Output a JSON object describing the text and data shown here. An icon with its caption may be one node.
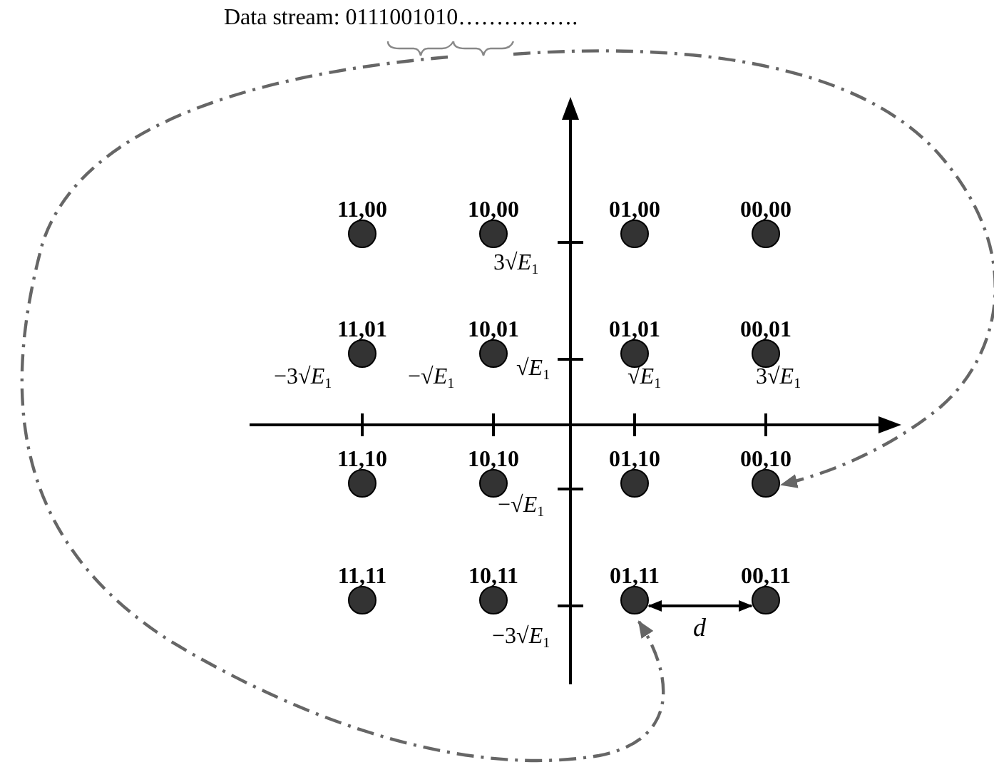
{
  "diagram": {
    "nodes": [
      {
        "text": [
          "Data stream: 0111001010……………."
        ]
      },
      {
        "text": [
          "11,00"
        ]
      },
      {
        "text": [
          "10,00"
        ]
      },
      {
        "text": [
          "01,00"
        ]
      },
      {
        "text": [
          "00,00"
        ]
      },
      {
        "text": [
          "11,01"
        ]
      },
      {
        "text": [
          "10,01"
        ]
      },
      {
        "text": [
          "01,01"
        ]
      },
      {
        "text": [
          "00,01"
        ]
      },
      {
        "text": [
          "11,10"
        ]
      },
      {
        "text": [
          "10,10"
        ]
      },
      {
        "text": [
          "01,10"
        ]
      },
      {
        "text": [
          "00,10"
        ]
      },
      {
        "text": [
          "11,11"
        ]
      },
      {
        "text": [
          "10,11"
        ]
      },
      {
        "text": [
          "01,11"
        ]
      },
      {
        "text": [
          "00,11"
        ]
      }
    ],
    "edges": [
      {
        "from": 0,
        "to": 12,
        "arrow": "to",
        "style": "dashed",
        "color": "#666666"
      },
      {
        "from": 0,
        "to": 15,
        "arrow": "to",
        "style": "dashed",
        "color": "#666666"
      },
      {
        "from": 15,
        "to": 16,
        "arrow": "both",
        "label": "d",
        "color": "#000000"
      }
    ],
    "labels": [
      "3√*E*$_{1}$",
      "−3√*E*$_{1}$",
      "−√*E*$_{1}$",
      "√*E*$_{1}$",
      "√*E*$_{1}$",
      "3√*E*$_{1}$",
      "−√*E*$_{1}$",
      "−3√*E*$_{1}$"
    ]
  }
}
